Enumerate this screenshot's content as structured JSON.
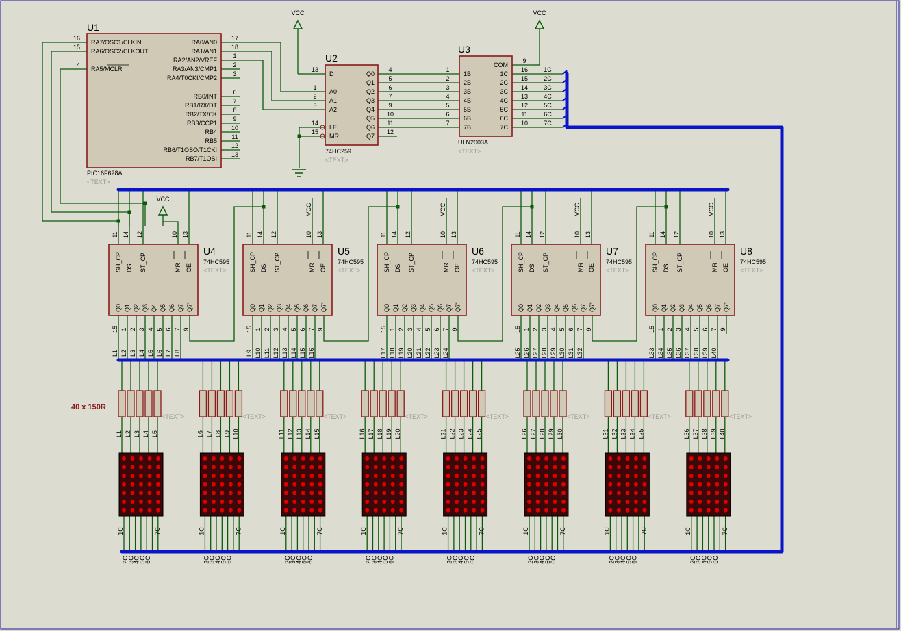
{
  "colors": {
    "background": "#dcdcd0",
    "chip_fill": "#cfc9b6",
    "chip_stroke": "#8b1a1a",
    "wire": "#0a5a0a",
    "bus": "#0a14c8",
    "pin_text": "#000000",
    "ghost_text": "#9a9a9a",
    "resistor_note": "#8b1a1a",
    "led_dot": "#e00000",
    "matrix_bg": "#3a0808"
  },
  "vcc_label": "VCC",
  "ghost_text": "<TEXT>",
  "u1": {
    "ref": "U1",
    "part": "PIC16F628A",
    "left_pins": [
      {
        "num": "16",
        "name": "RA7/OSC1/CLKIN"
      },
      {
        "num": "15",
        "name": "RA6/OSC2/CLKOUT"
      },
      {
        "num": "4",
        "name": "RA5/MCLR"
      }
    ],
    "right_pins": [
      {
        "num": "17",
        "name": "RA0/AN0"
      },
      {
        "num": "18",
        "name": "RA1/AN1"
      },
      {
        "num": "1",
        "name": "RA2/AN2/VREF"
      },
      {
        "num": "2",
        "name": "RA3/AN3/CMP1"
      },
      {
        "num": "3",
        "name": "RA4/T0CKI/CMP2"
      },
      {
        "num": "6",
        "name": "RB0/INT"
      },
      {
        "num": "7",
        "name": "RB1/RX/DT"
      },
      {
        "num": "8",
        "name": "RB2/TX/CK"
      },
      {
        "num": "9",
        "name": "RB3/CCP1"
      },
      {
        "num": "10",
        "name": "RB4"
      },
      {
        "num": "11",
        "name": "RB5"
      },
      {
        "num": "12",
        "name": "RB6/T1OSO/T1CKI"
      },
      {
        "num": "13",
        "name": "RB7/T1OSI"
      }
    ]
  },
  "u2": {
    "ref": "U2",
    "part": "74HC259",
    "left_pins": [
      {
        "num": "13",
        "name": "D"
      },
      {
        "num": "1",
        "name": "A0"
      },
      {
        "num": "2",
        "name": "A1"
      },
      {
        "num": "3",
        "name": "A2"
      },
      {
        "num": "14",
        "name": "LE"
      },
      {
        "num": "15",
        "name": "MR"
      }
    ],
    "right_pins": [
      {
        "num": "4",
        "name": "Q0"
      },
      {
        "num": "5",
        "name": "Q1"
      },
      {
        "num": "6",
        "name": "Q2"
      },
      {
        "num": "7",
        "name": "Q3"
      },
      {
        "num": "9",
        "name": "Q4"
      },
      {
        "num": "10",
        "name": "Q5"
      },
      {
        "num": "11",
        "name": "Q6"
      },
      {
        "num": "12",
        "name": "Q7"
      }
    ]
  },
  "u3": {
    "ref": "U3",
    "part": "ULN2003A",
    "left_pins": [
      {
        "num": "1",
        "name": "1B"
      },
      {
        "num": "2",
        "name": "2B"
      },
      {
        "num": "3",
        "name": "3B"
      },
      {
        "num": "4",
        "name": "4B"
      },
      {
        "num": "5",
        "name": "5B"
      },
      {
        "num": "6",
        "name": "6B"
      },
      {
        "num": "7",
        "name": "7B"
      }
    ],
    "right_pins": [
      {
        "num": "9",
        "name": "COM",
        "net": ""
      },
      {
        "num": "16",
        "name": "1C",
        "net": "1C"
      },
      {
        "num": "15",
        "name": "2C",
        "net": "2C"
      },
      {
        "num": "14",
        "name": "3C",
        "net": "3C"
      },
      {
        "num": "13",
        "name": "4C",
        "net": "4C"
      },
      {
        "num": "12",
        "name": "5C",
        "net": "5C"
      },
      {
        "num": "11",
        "name": "6C",
        "net": "6C"
      },
      {
        "num": "10",
        "name": "7C",
        "net": "7C"
      }
    ]
  },
  "shift_registers": [
    {
      "ref": "U4",
      "part": "74HC595",
      "labels": [
        "L1",
        "L2",
        "L3",
        "L4",
        "L5",
        "L6",
        "L7",
        "L8"
      ]
    },
    {
      "ref": "U5",
      "part": "74HC595",
      "labels": [
        "L9",
        "L10",
        "L11",
        "L12",
        "L13",
        "L14",
        "L15",
        "L16"
      ]
    },
    {
      "ref": "U6",
      "part": "74HC595",
      "labels": [
        "L17",
        "L18",
        "L19",
        "L20",
        "L21",
        "L22",
        "L23",
        "L24"
      ]
    },
    {
      "ref": "U7",
      "part": "74HC595",
      "labels": [
        "L25",
        "L26",
        "L27",
        "L28",
        "L29",
        "L30",
        "L31",
        "L32"
      ]
    },
    {
      "ref": "U8",
      "part": "74HC595",
      "labels": [
        "L33",
        "L34",
        "L35",
        "L36",
        "L37",
        "L38",
        "L39",
        "L40"
      ]
    }
  ],
  "sr_top_pins": [
    {
      "num": "11",
      "name": "SH_CP"
    },
    {
      "num": "14",
      "name": "DS"
    },
    {
      "num": "12",
      "name": "ST_CP"
    },
    {
      "num": "10",
      "name": "MR"
    },
    {
      "num": "13",
      "name": "OE"
    }
  ],
  "sr_bottom_pins": [
    {
      "num": "15",
      "name": "Q0"
    },
    {
      "num": "1",
      "name": "Q1"
    },
    {
      "num": "2",
      "name": "Q2"
    },
    {
      "num": "3",
      "name": "Q3"
    },
    {
      "num": "4",
      "name": "Q4"
    },
    {
      "num": "5",
      "name": "Q5"
    },
    {
      "num": "6",
      "name": "Q6"
    },
    {
      "num": "7",
      "name": "Q7"
    },
    {
      "num": "9",
      "name": "Q7'"
    }
  ],
  "resistor_note": "40 x 150R",
  "matrices": [
    {
      "labels": [
        "L1",
        "L2",
        "L3",
        "L4",
        "L5"
      ]
    },
    {
      "labels": [
        "L6",
        "L7",
        "L8",
        "L9",
        "L10"
      ]
    },
    {
      "labels": [
        "L11",
        "L12",
        "L13",
        "L14",
        "L15"
      ]
    },
    {
      "labels": [
        "L16",
        "L17",
        "L18",
        "L19",
        "L20"
      ]
    },
    {
      "labels": [
        "L21",
        "L22",
        "L23",
        "L24",
        "L25"
      ]
    },
    {
      "labels": [
        "L26",
        "L27",
        "L28",
        "L29",
        "L30"
      ]
    },
    {
      "labels": [
        "L31",
        "L32",
        "L33",
        "L34",
        "L35"
      ]
    },
    {
      "labels": [
        "L36",
        "L37",
        "L38",
        "L39",
        "L40"
      ]
    }
  ],
  "matrix_row_labels": [
    "1C",
    "7C"
  ],
  "matrix_bottom_nets": [
    "2C",
    "3C",
    "4C",
    "5C",
    "6C"
  ]
}
